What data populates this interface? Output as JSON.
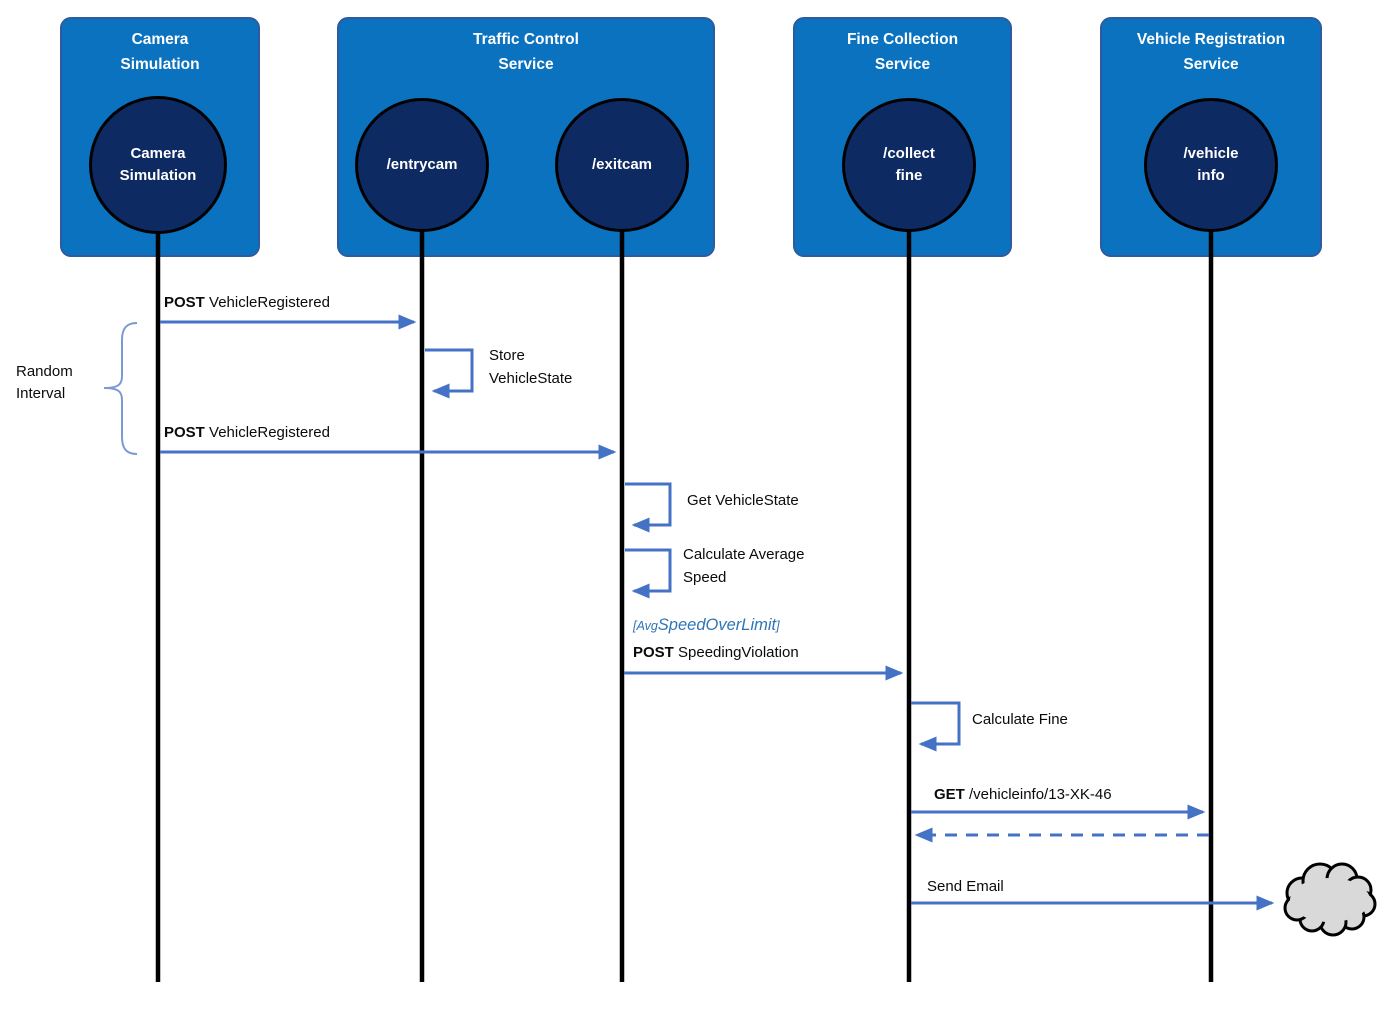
{
  "colors": {
    "box_fill": "#0A72BE",
    "box_border": "#2E5B9F",
    "circle_fill": "#0E2A63",
    "arrow": "#4472C4",
    "brace": "#7C9AD0",
    "guard_text": "#2E75B6",
    "cloud_fill": "#D9D9D9",
    "lifeline": "#000000"
  },
  "participants": [
    {
      "title": "Camera\nSimulation",
      "endpoints": [
        "Camera\nSimulation"
      ]
    },
    {
      "title": "Traffic Control\nService",
      "endpoints": [
        "/entrycam",
        "/exitcam"
      ]
    },
    {
      "title": "Fine Collection\nService",
      "endpoints": [
        "/collect\nfine"
      ]
    },
    {
      "title": "Vehicle Registration\nService",
      "endpoints": [
        "/vehicle\ninfo"
      ]
    }
  ],
  "annotations": {
    "random_interval": "Random Interval",
    "guard_prefix": "[Avg",
    "guard_main": "SpeedOverLimit",
    "guard_suffix": "]"
  },
  "messages": {
    "post_vehicle_registered_1": {
      "method": "POST",
      "text": "VehicleRegistered"
    },
    "store_vehicle_state": {
      "text": "Store VehicleState"
    },
    "post_vehicle_registered_2": {
      "method": "POST",
      "text": "VehicleRegistered"
    },
    "get_vehicle_state": {
      "text": "Get VehicleState"
    },
    "calculate_average_speed": {
      "text": "Calculate Average Speed"
    },
    "post_speeding_violation": {
      "method": "POST",
      "text": "SpeedingViolation"
    },
    "calculate_fine": {
      "text": "Calculate Fine"
    },
    "get_vehicle_info": {
      "method": "GET",
      "text": "/vehicleinfo/13-XK-46"
    },
    "send_email": {
      "text": "Send Email"
    }
  }
}
